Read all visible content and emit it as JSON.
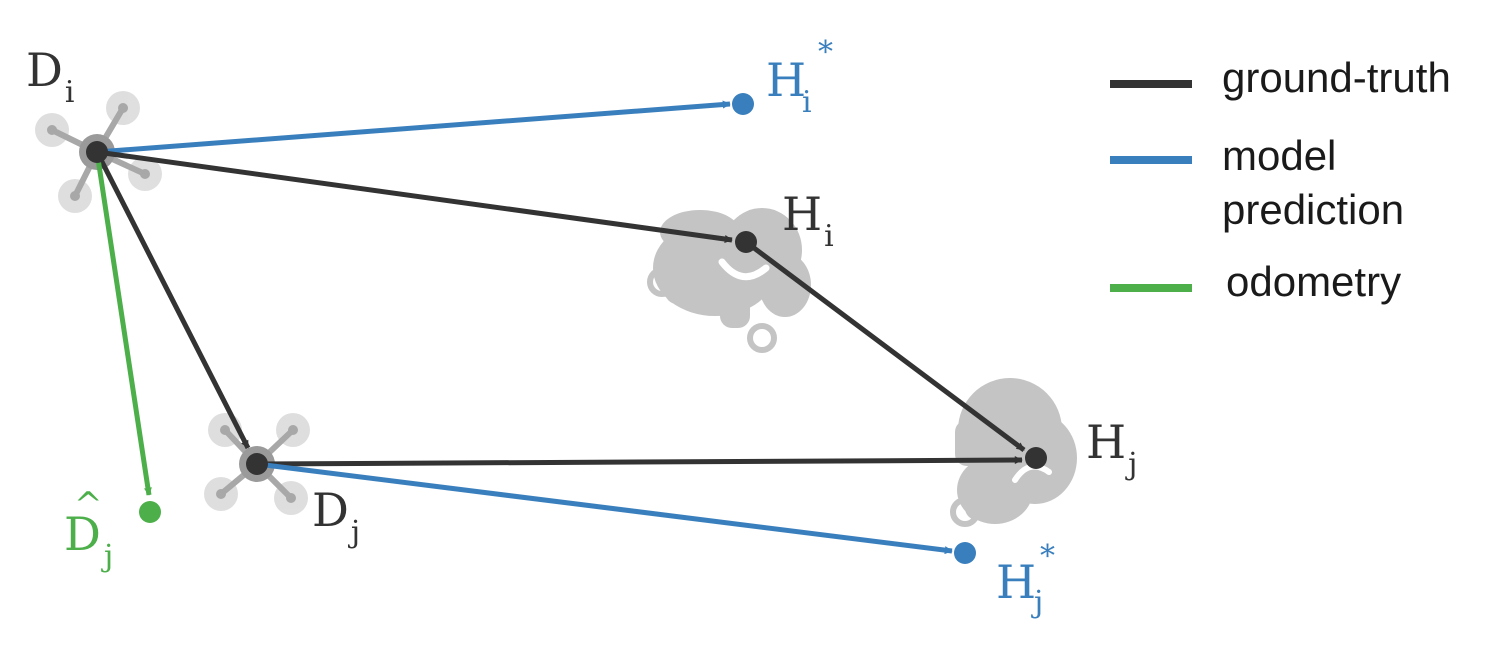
{
  "colors": {
    "ground_truth": "#333333",
    "model_prediction": "#3a7fbd",
    "odometry": "#4caf4a",
    "silhouette": "#c4c4c4",
    "drone": "#cfcfcf"
  },
  "icons": [
    "drone-icon",
    "elephant-icon"
  ],
  "nodes": {
    "d_i": {
      "base": "D",
      "sub": "i"
    },
    "d_j": {
      "base": "D",
      "sub": "j"
    },
    "d_j_hat": {
      "base": "D",
      "sub": "j",
      "accent": "^"
    },
    "h_i": {
      "base": "H",
      "sub": "i"
    },
    "h_j": {
      "base": "H",
      "sub": "j"
    },
    "h_i_star": {
      "base": "H",
      "sub": "i",
      "sup": "*"
    },
    "h_j_star": {
      "base": "H",
      "sub": "j",
      "sup": "*"
    }
  },
  "legend": {
    "items": [
      {
        "label_line1": "ground-truth",
        "label_line2": ""
      },
      {
        "label_line1": "model",
        "label_line2": "prediction"
      },
      {
        "label_line1": "odometry",
        "label_line2": ""
      }
    ]
  }
}
